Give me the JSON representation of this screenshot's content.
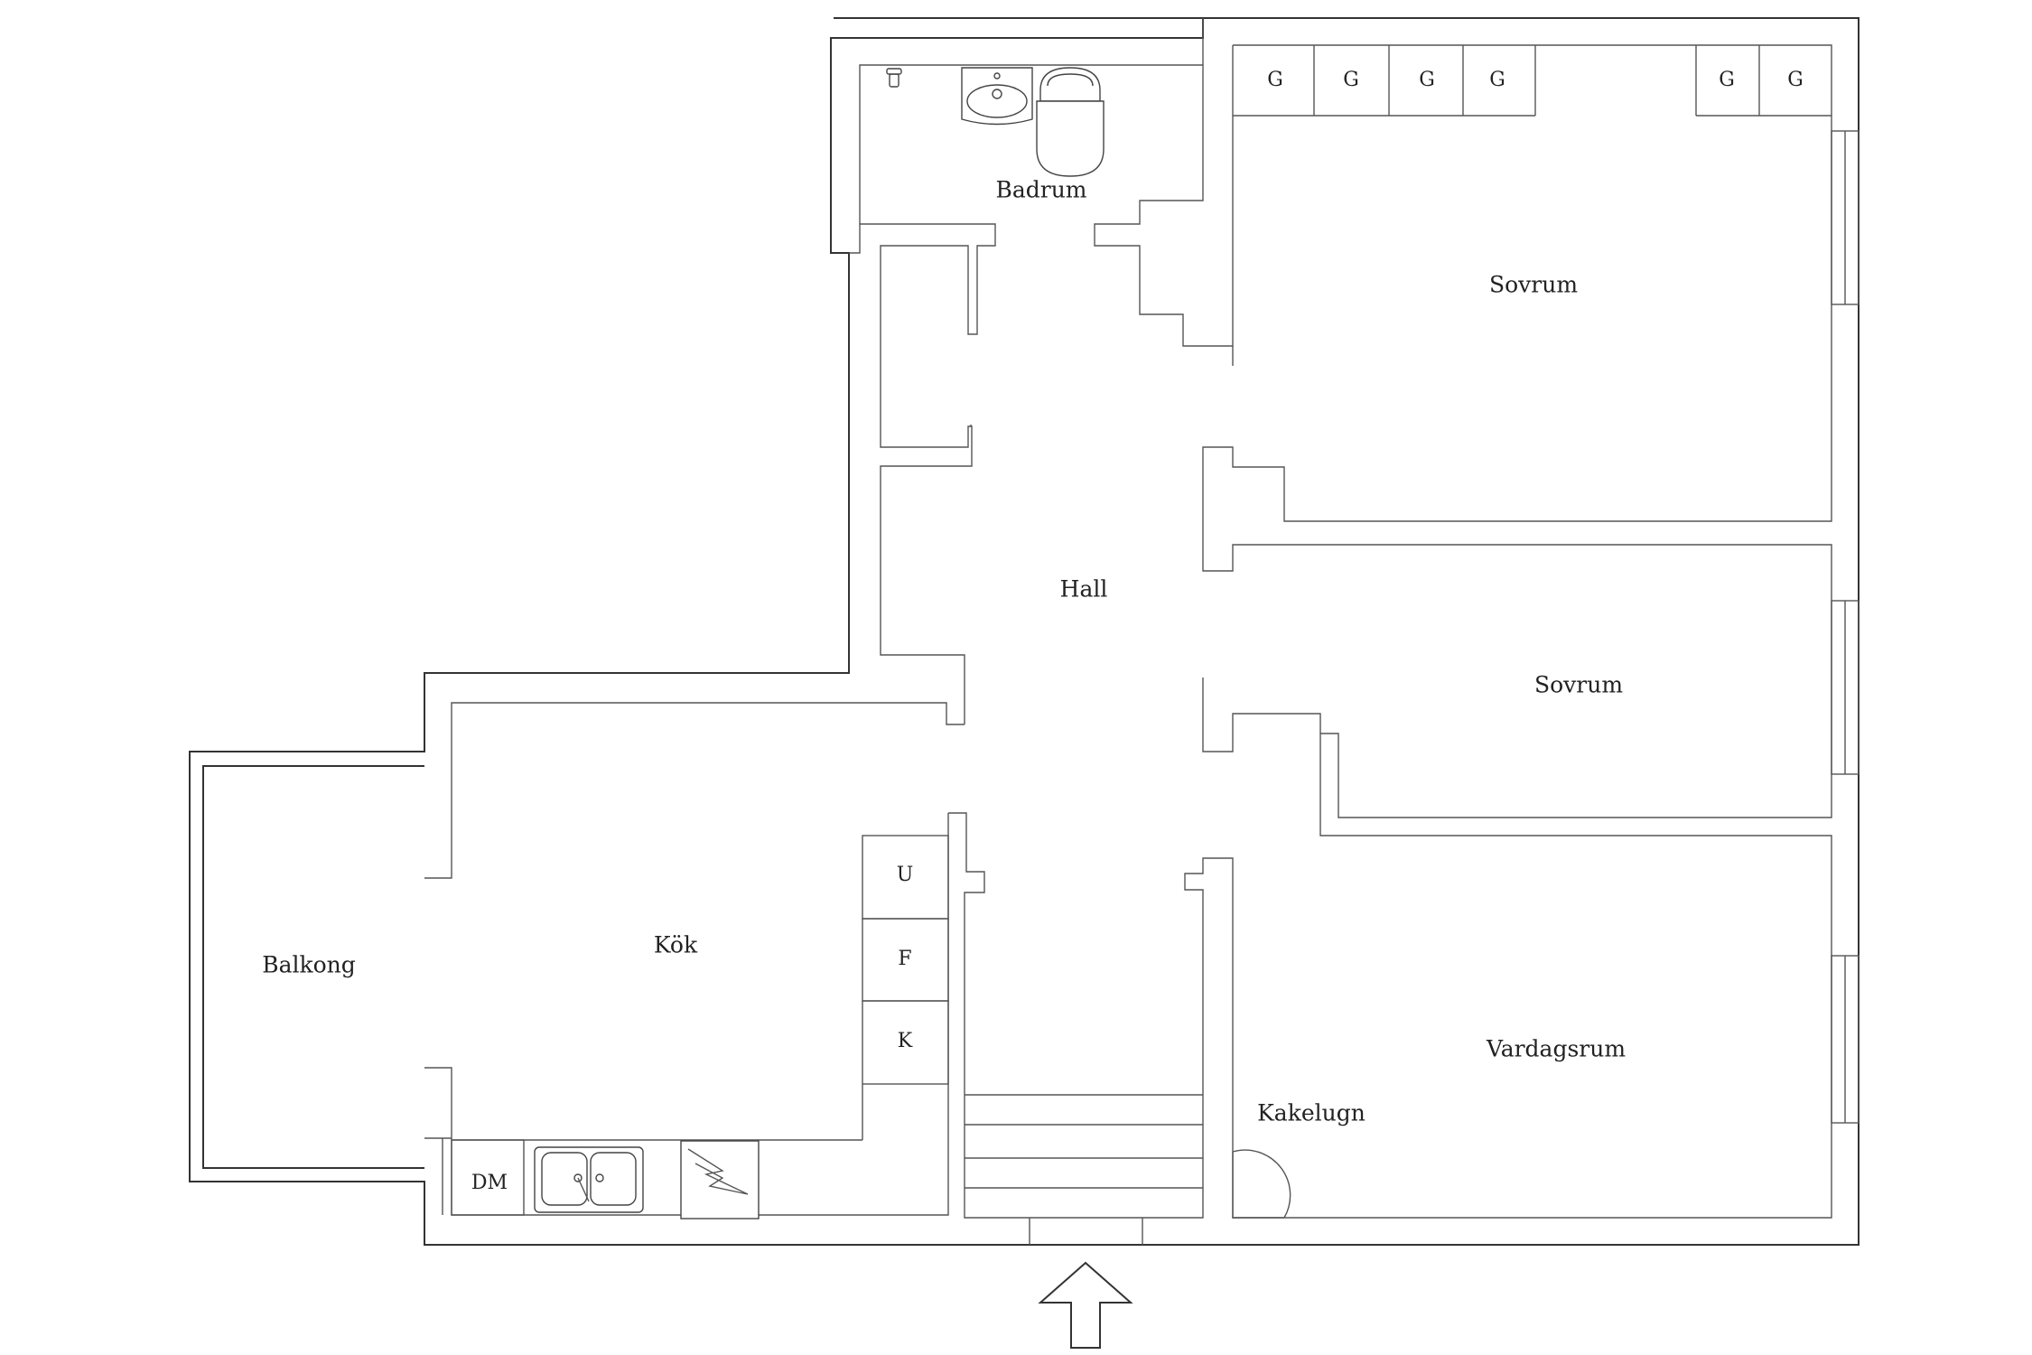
{
  "rooms": {
    "badrum": "Badrum",
    "sovrum_1": "Sovrum",
    "hall": "Hall",
    "sovrum_2": "Sovrum",
    "kok": "Kök",
    "balkong": "Balkong",
    "vardagsrum": "Vardagsrum"
  },
  "fixtures": {
    "kakelugn": "Kakelugn",
    "dishwasher": "DM",
    "freezer": "U",
    "fridge_f": "F",
    "fridge_k": "K",
    "wardrobes": [
      "G",
      "G",
      "G",
      "G",
      "G",
      "G"
    ]
  },
  "icons": {
    "entrance": "entrance-arrow-icon",
    "sink": "sink-icon",
    "toilet": "toilet-icon",
    "faucet": "faucet-icon",
    "stove": "stove-icon",
    "fireplace": "tile-stove-icon"
  }
}
